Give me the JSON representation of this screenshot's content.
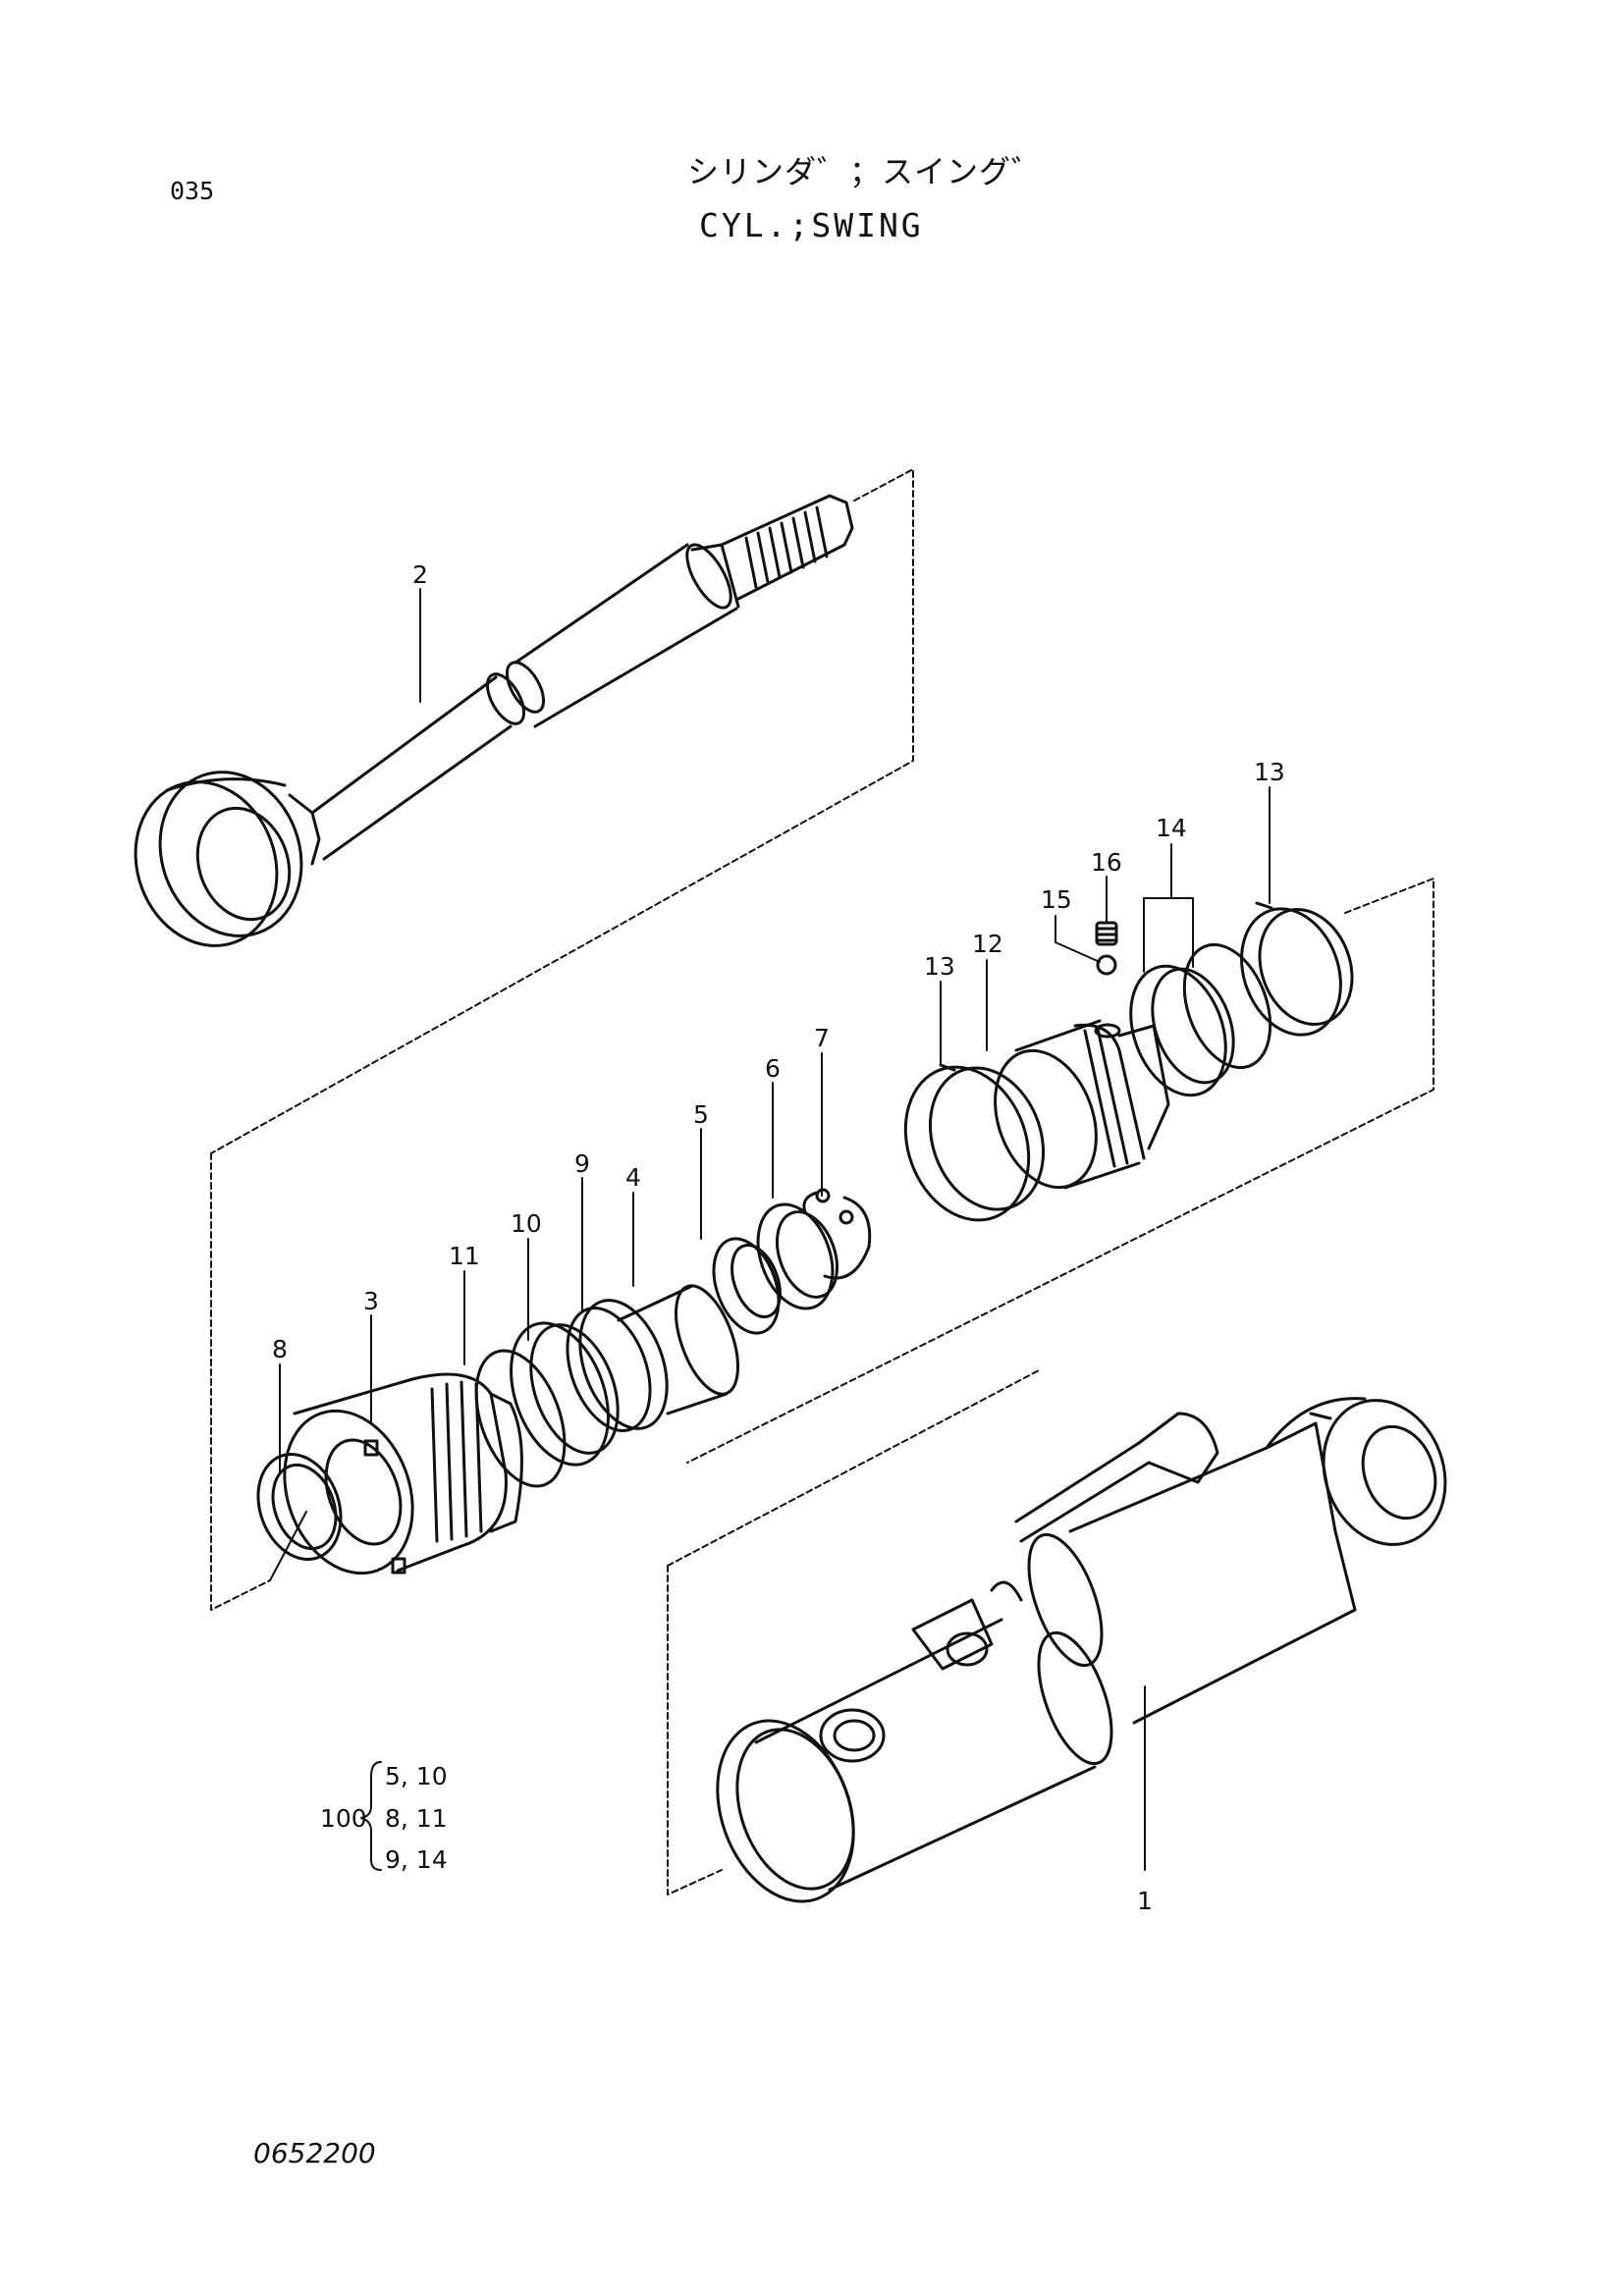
{
  "header": {
    "page_code": "035",
    "title_jp": "シリンダ゛；スイング゛",
    "title_en": "CYL.;SWING"
  },
  "callouts": [
    {
      "id": "c1",
      "label": "1"
    },
    {
      "id": "c2",
      "label": "2"
    },
    {
      "id": "c3",
      "label": "3"
    },
    {
      "id": "c4",
      "label": "4"
    },
    {
      "id": "c5",
      "label": "5"
    },
    {
      "id": "c6",
      "label": "6"
    },
    {
      "id": "c7",
      "label": "7"
    },
    {
      "id": "c8",
      "label": "8"
    },
    {
      "id": "c9",
      "label": "9"
    },
    {
      "id": "c10",
      "label": "10"
    },
    {
      "id": "c11",
      "label": "11"
    },
    {
      "id": "c12",
      "label": "12"
    },
    {
      "id": "c13a",
      "label": "13"
    },
    {
      "id": "c13b",
      "label": "13"
    },
    {
      "id": "c14",
      "label": "14"
    },
    {
      "id": "c15",
      "label": "15"
    },
    {
      "id": "c16",
      "label": "16"
    }
  ],
  "kit": {
    "number": "100",
    "lines": [
      "5, 10",
      "8, 11",
      "9, 14"
    ]
  },
  "footer": {
    "doc_no": "0652200"
  }
}
